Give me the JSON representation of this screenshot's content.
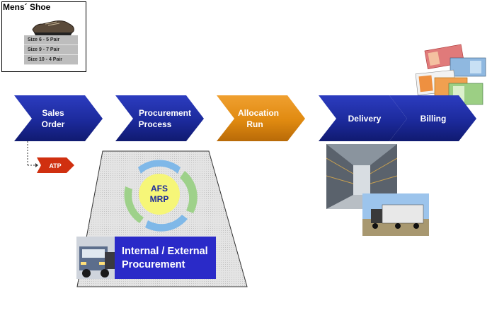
{
  "product": {
    "title": "Mens´ Shoe",
    "sizes": [
      "Size 6 - 5 Pair",
      "Size 9 - 7 Pair",
      "Size 10 - 4 Pair"
    ]
  },
  "process_steps": [
    {
      "line1": "Sales",
      "line2": "Order",
      "color": "#1c2a9c"
    },
    {
      "line1": "Procurement",
      "line2": "Process",
      "color": "#1c2a9c"
    },
    {
      "line1": "Allocation",
      "line2": "Run",
      "color": "#e08a10"
    },
    {
      "line1": "Delivery",
      "line2": "",
      "color": "#1c2a9c"
    },
    {
      "line1": "Billing",
      "line2": "",
      "color": "#1c2a9c"
    }
  ],
  "atp_label": "ATP",
  "mrp": {
    "line1": "AFS",
    "line2": "MRP"
  },
  "procurement_box": {
    "line1": "Internal / External",
    "line2": "Procurement"
  },
  "colors": {
    "process_blue": "#1c2a9c",
    "allocation_orange": "#e08a10",
    "atp_red": "#d03010",
    "procurement_box": "#2a2ac8"
  }
}
